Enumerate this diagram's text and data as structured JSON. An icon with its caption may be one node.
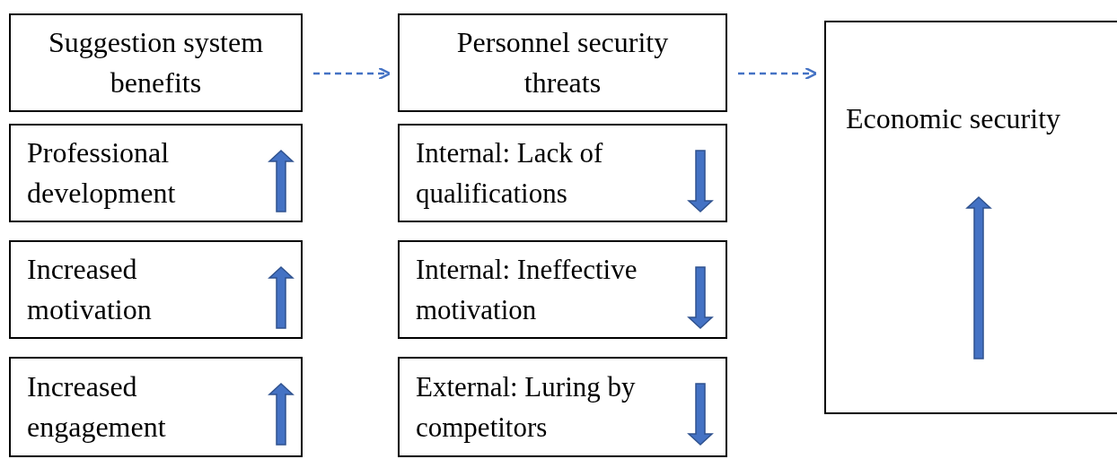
{
  "diagram": {
    "nodes": [
      {
        "text": [
          "Suggestion system benefits"
        ]
      },
      {
        "text": [
          "Professional development"
        ]
      },
      {
        "text": [
          "Increased motivation"
        ]
      },
      {
        "text": [
          "Increased engagement"
        ]
      },
      {
        "text": [
          "Personnel security threats"
        ]
      },
      {
        "text": [
          "Internal: Lack of qualifications"
        ]
      },
      {
        "text": [
          "Internal: Ineffective motivation"
        ]
      },
      {
        "text": [
          "External: Luring by competitors"
        ]
      },
      {
        "text": [
          "Economic security"
        ]
      }
    ],
    "edges": [
      {
        "from": 0,
        "to": 4,
        "arrow": "to",
        "style": "dashed"
      },
      {
        "from": 4,
        "to": 8,
        "arrow": "to",
        "style": "dashed"
      }
    ]
  }
}
